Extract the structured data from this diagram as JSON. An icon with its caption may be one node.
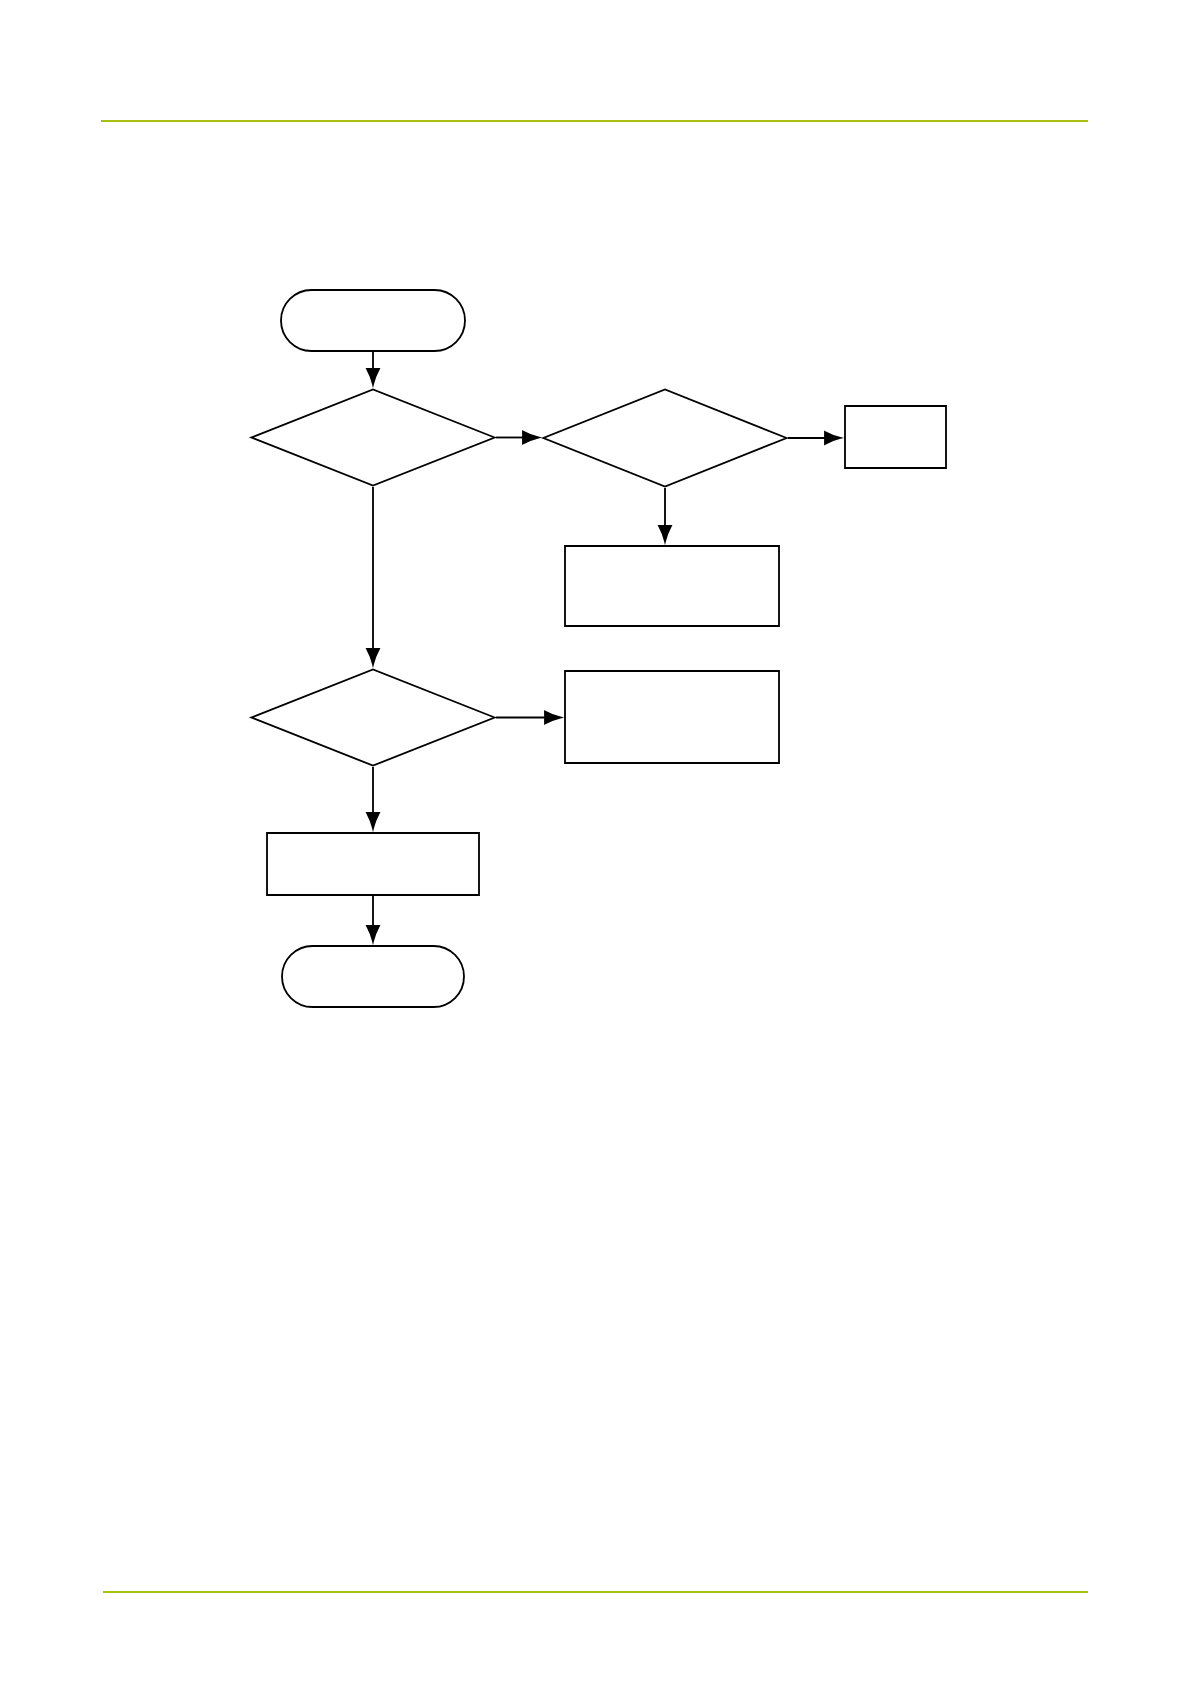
{
  "diagram": {
    "nodes": [
      {
        "text": [],
        "shape": "pill"
      },
      {
        "text": [],
        "shape": "diamond"
      },
      {
        "text": [],
        "shape": "diamond"
      },
      {
        "text": [],
        "shape": "box"
      },
      {
        "text": [],
        "shape": "box"
      },
      {
        "text": [],
        "shape": "diamond"
      },
      {
        "text": [],
        "shape": "box"
      },
      {
        "text": [],
        "shape": "box"
      },
      {
        "text": [],
        "shape": "pill"
      }
    ],
    "edges": [
      {
        "from": 0,
        "to": 1,
        "arrow": "to"
      },
      {
        "from": 1,
        "to": 2,
        "arrow": "to"
      },
      {
        "from": 2,
        "to": 3,
        "arrow": "to"
      },
      {
        "from": 2,
        "to": 4,
        "arrow": "to"
      },
      {
        "from": 1,
        "to": 5,
        "arrow": "to"
      },
      {
        "from": 5,
        "to": 6,
        "arrow": "to"
      },
      {
        "from": 5,
        "to": 7,
        "arrow": "to"
      },
      {
        "from": 7,
        "to": 8,
        "arrow": "to"
      }
    ]
  }
}
